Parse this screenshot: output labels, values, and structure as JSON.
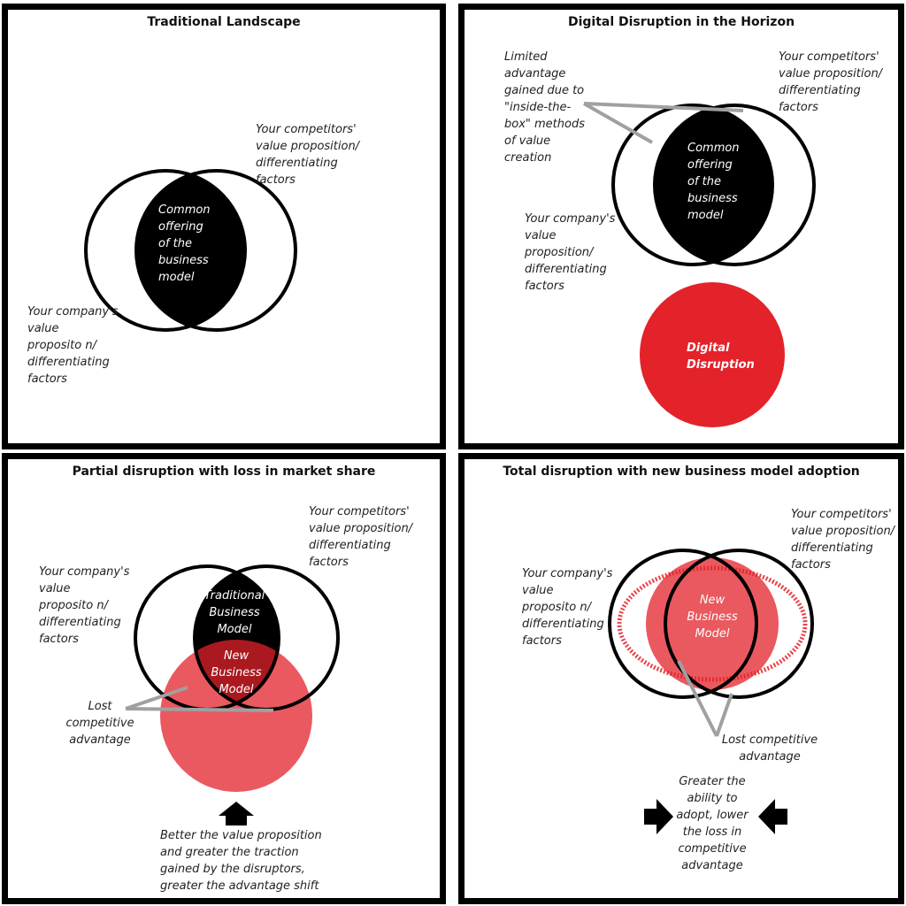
{
  "panels": {
    "p1": {
      "title": "Traditional Landscape",
      "competitors": "Your competitors'\nvalue proposition/\ndifferentiating\nfactors",
      "company": "Your company's\nvalue\nproposito n/\ndifferentiating\nfactors",
      "common": "Common\noffering\nof the\nbusiness\nmodel"
    },
    "p2": {
      "title": "Digital Disruption in the Horizon",
      "limited": "Limited\nadvantage\ngained due to\n\"inside-the-\nbox\" methods\nof value\ncreation",
      "competitors": "Your competitors'\nvalue proposition/\ndifferentiating\nfactors",
      "company": "Your company's\nvalue\nproposition/\ndifferentiating\nfactors",
      "common": "Common\noffering\nof the\nbusiness\nmodel",
      "disruption": "Digital\nDisruption"
    },
    "p3": {
      "title": "Partial disruption with loss in market share",
      "competitors": "Your competitors'\nvalue proposition/\ndifferentiating\nfactors",
      "company": "Your company's\nvalue\nproposito n/\ndifferentiating\nfactors",
      "traditional": "Traditional\nBusiness\nModel",
      "new_model": "New\nBusiness\nModel",
      "lost": "Lost\ncompetitive\nadvantage",
      "better": "Better the value proposition\nand greater the traction\ngained by the disruptors,\ngreater the advantage shift"
    },
    "p4": {
      "title": "Total disruption with new business model adoption",
      "competitors": "Your competitors'\nvalue proposition/\ndifferentiating\nfactors",
      "company": "Your company's\nvalue\nproposito n/\ndifferentiating\nfactors",
      "new_model": "New\nBusiness\nModel",
      "lost": "Lost competitive\nadvantage",
      "greater": "Greater the\nability to\nadopt, lower\nthe loss in\ncompetitive\nadvantage"
    }
  },
  "colors": {
    "red": "#e3222a",
    "pink": "#f05a63",
    "black": "#000000",
    "gray": "#a0a0a0"
  }
}
